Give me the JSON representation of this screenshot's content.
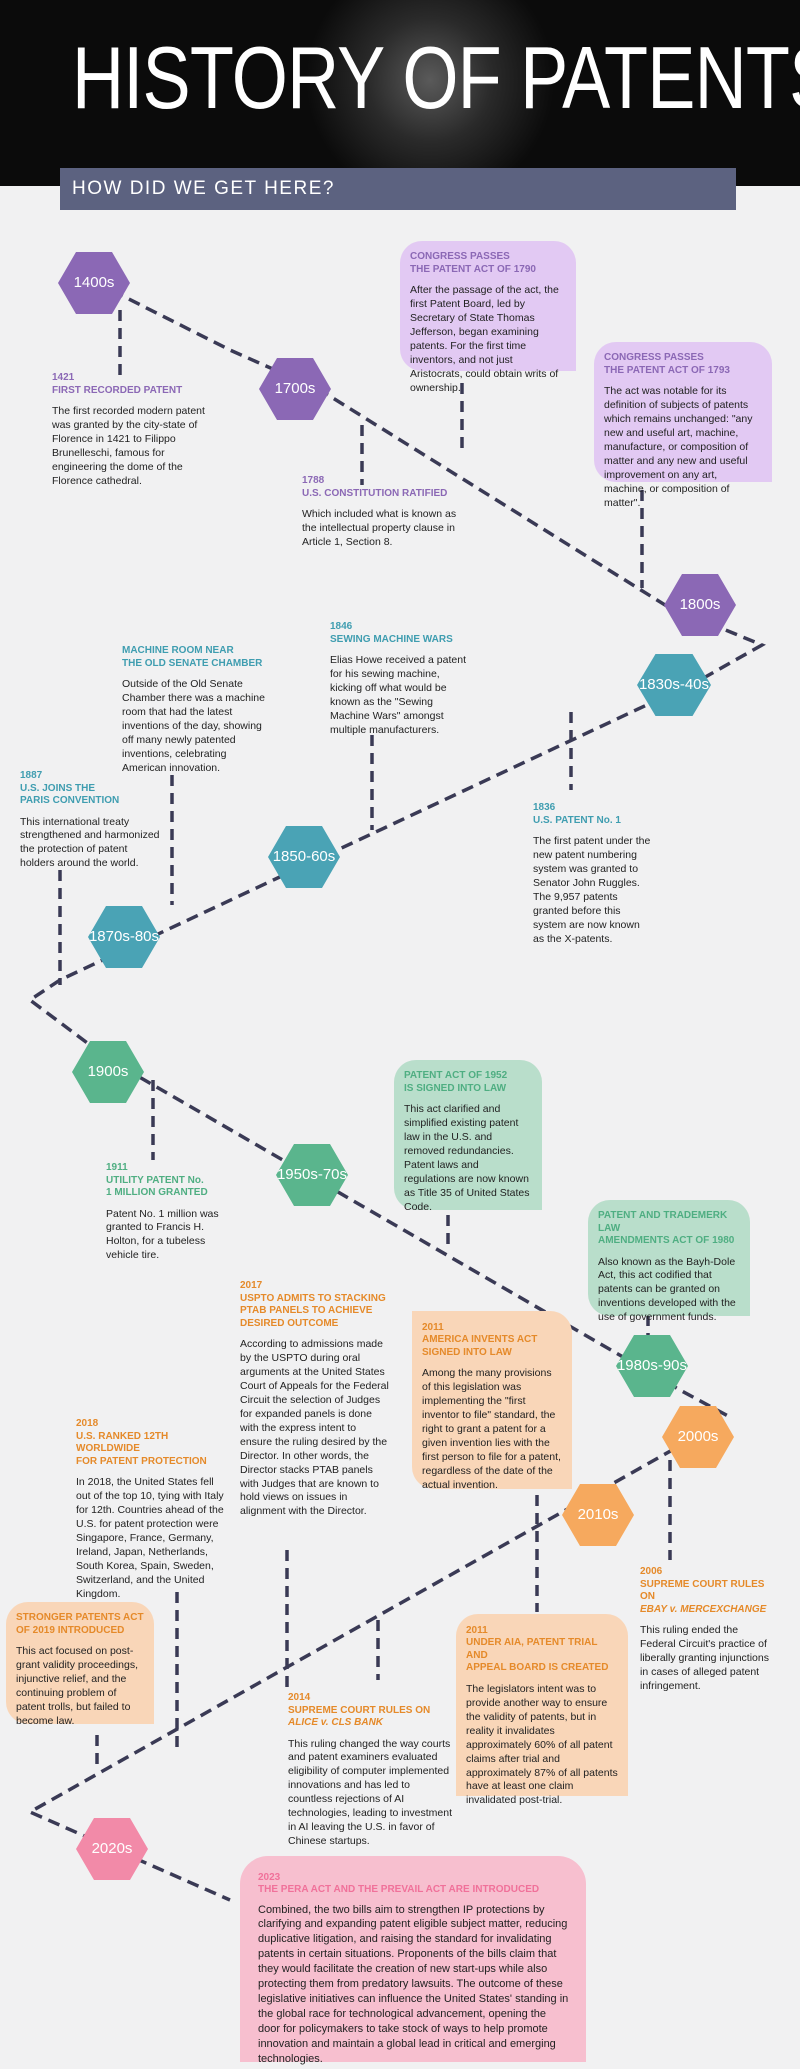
{
  "header": {
    "title": "HISTORY OF PATENTS",
    "subtitle": "HOW DID WE GET HERE?"
  },
  "eras": [
    "1400s",
    "1700s",
    "1800s",
    "1830s-40s",
    "1850-60s",
    "1870s-80s",
    "1900s",
    "1950s-70s",
    "1980s-90s",
    "2000s",
    "2010s",
    "2020s"
  ],
  "colors": {
    "purple": "#8b68b5",
    "teal": "#4aa3b5",
    "green": "#5ab58d",
    "orange": "#f6a95e",
    "pink": "#f28aa8",
    "line": "#3a3a55"
  },
  "events": {
    "e1421": {
      "year": "1421",
      "title": "FIRST RECORDED PATENT",
      "body": "The first recorded modern patent was granted by the city-state of Florence in 1421 to Filippo Brunelleschi, famous for engineering the dome of the Florence cathedral."
    },
    "e1788": {
      "year": "1788",
      "title": "U.S. CONSTITUTION RATIFIED",
      "body": "Which included what is known as the intellectual property clause in Article 1, Section 8."
    },
    "e1790": {
      "title1": "CONGRESS PASSES",
      "title2": "THE PATENT ACT OF 1790",
      "body": "After the passage of the act, the first Patent Board, led by Secretary of State Thomas Jefferson, began examining patents. For the first time inventors, and not just Aristocrats, could obtain writs of ownership."
    },
    "e1793": {
      "title1": "CONGRESS PASSES",
      "title2": "THE PATENT ACT OF 1793",
      "body": "The act was notable for its definition of subjects of patents which remains unchanged: \"any new and useful art, machine, manufacture, or composition of matter and any new and useful improvement on any art, machine, or composition of matter\"."
    },
    "emachine": {
      "title1": "MACHINE ROOM NEAR",
      "title2": "THE OLD SENATE CHAMBER",
      "body": "Outside of the Old Senate Chamber there was a machine room that had the latest inventions of the day, showing off many newly patented inventions, celebrating American innovation."
    },
    "e1846": {
      "year": "1846",
      "title": "SEWING MACHINE WARS",
      "body": "Elias Howe received a patent for his sewing machine, kicking off what would be known as the \"Sewing Machine Wars\" amongst multiple manufacturers."
    },
    "e1887": {
      "year": "1887",
      "title1": "U.S. JOINS THE",
      "title2": "PARIS CONVENTION",
      "body": "This international treaty strengthened and harmonized the protection of patent holders around the world."
    },
    "e1836": {
      "year": "1836",
      "title": "U.S. PATENT No. 1",
      "body": "The first patent under the new patent numbering system was granted to Senator John Ruggles. The 9,957 patents granted before this system are now known as the X-patents."
    },
    "e1952": {
      "title1": "PATENT ACT OF 1952",
      "title2": "IS SIGNED INTO LAW",
      "body": "This act clarified and simplified existing patent law in the U.S. and removed redundancies. Patent laws and regulations are now known as Title 35 of United States Code."
    },
    "e1911": {
      "year": "1911",
      "title1": "UTILITY PATENT No.",
      "title2": "1 MILLION GRANTED",
      "body": "Patent No. 1 million was granted to Francis H. Holton, for a tubeless vehicle tire."
    },
    "e1980": {
      "title1": "PATENT AND TRADEMERK LAW",
      "title2": "AMENDMENTS ACT OF 1980",
      "body": "Also known as the Bayh-Dole Act, this act codified that patents can be granted on inventions developed with the use of government funds."
    },
    "e2017": {
      "year": "2017",
      "title1": "USPTO ADMITS TO STACKING",
      "title2": "PTAB PANELS TO ACHIEVE",
      "title3": "DESIRED OUTCOME",
      "body": "According to admissions made by the USPTO during oral arguments at the United States Court of Appeals for the Federal Circuit the selection of Judges for expanded panels is done with the express intent to ensure the ruling desired by the Director. In other words, the Director stacks PTAB panels with Judges that are known to hold views on issues in alignment with the Director."
    },
    "e2011a": {
      "year": "2011",
      "title1": "AMERICA INVENTS ACT",
      "title2": "SIGNED INTO LAW",
      "body": "Among the many provisions of this legislation was implementing the \"first inventor to file\" standard, the right to grant a patent for a given invention lies with the first person to file for a patent, regardless of the date of the actual invention."
    },
    "e2018": {
      "year": "2018",
      "title1": "U.S. RANKED 12TH WORLDWIDE",
      "title2": "FOR PATENT PROTECTION",
      "body": "In 2018, the United States fell out of the top 10, tying with Italy for 12th. Countries ahead of the U.S. for patent protection were Singapore, France, Germany, Ireland, Japan, Netherlands, South Korea, Spain, Sweden, Switzerland, and the United Kingdom."
    },
    "e2006": {
      "year": "2006",
      "title1": "SUPREME COURT RULES ON",
      "title2": "EBAY v. MERCEXCHANGE",
      "body": "This ruling ended the Federal Circuit's practice of liberally granting injunctions in cases of alleged patent infringement."
    },
    "estronger": {
      "title1": "STRONGER PATENTS ACT",
      "title2": "OF 2019 INTRODUCED",
      "body": "This act focused on post-grant validity proceedings, injunctive relief, and the continuing problem of patent trolls, but failed to become law."
    },
    "e2011b": {
      "year": "2011",
      "title1": "UNDER AIA, PATENT TRIAL AND",
      "title2": "APPEAL BOARD IS CREATED",
      "body": "The legislators intent was to provide another way to ensure the validity of patents, but in reality it invalidates approximately 60% of all patent claims after trial and approximately 87% of all patents have at least one claim invalidated post-trial."
    },
    "e2014": {
      "year": "2014",
      "title1": "SUPREME COURT RULES ON",
      "title2": "ALICE v. CLS BANK",
      "body": "This ruling changed the way courts and patent examiners evaluated eligibility of computer implemented innovations and has led to countless rejections of AI technologies, leading to investment in AI leaving the U.S. in favor of Chinese startups."
    },
    "e2023": {
      "year": "2023",
      "title": "THE PERA ACT AND THE PREVAIL ACT ARE INTRODUCED",
      "body": "Combined, the two bills aim to strengthen IP protections by clarifying and expanding patent eligible subject matter, reducing duplicative litigation, and raising the standard for invalidating patents in certain situations. Proponents of the bills claim that they would facilitate the creation of new start-ups while also protecting them from predatory lawsuits. The outcome of these legislative initiatives can influence the United States' standing in the global race for technological advancement, opening the door for policymakers to take stock of ways to help promote innovation and maintain a global lead in critical and emerging technologies."
    }
  }
}
